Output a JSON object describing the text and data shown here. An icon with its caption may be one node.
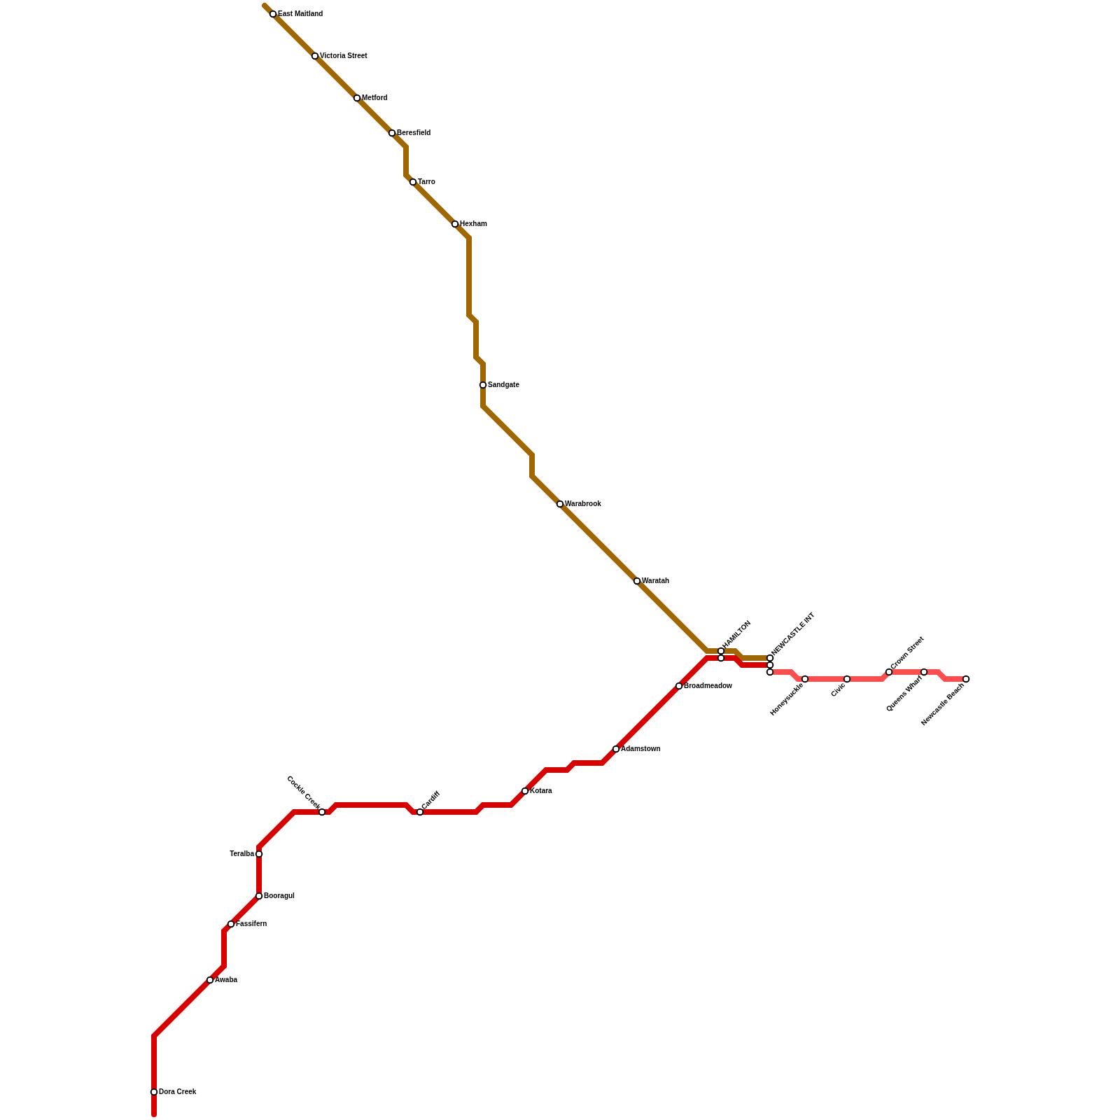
{
  "diagram": {
    "nodes": [
      {
        "text": [],
        "shape": "circle",
        "beside": [
          "East Maitland"
        ]
      },
      {
        "text": [],
        "shape": "circle",
        "beside": [
          "Victoria Street"
        ]
      },
      {
        "text": [],
        "shape": "circle",
        "beside": [
          "Metford"
        ]
      },
      {
        "text": [],
        "shape": "circle",
        "beside": [
          "Beresfield"
        ]
      },
      {
        "text": [],
        "shape": "circle",
        "beside": [
          "Tarro"
        ]
      },
      {
        "text": [],
        "shape": "circle",
        "beside": [
          "Hexham"
        ]
      },
      {
        "text": [],
        "shape": "circle",
        "beside": [
          "Sandgate"
        ]
      },
      {
        "text": [],
        "shape": "circle",
        "beside": [
          "Warabrook"
        ]
      },
      {
        "text": [],
        "shape": "circle",
        "beside": [
          "Waratah"
        ]
      },
      {
        "text": [],
        "shape": "circle",
        "beside": [
          "HAMILTON"
        ]
      },
      {
        "text": [],
        "shape": "circle",
        "beside": [
          "NEWCASTLE INT"
        ]
      },
      {
        "text": [],
        "shape": "circle",
        "beside": [
          "Dora Creek"
        ]
      },
      {
        "text": [],
        "shape": "circle",
        "beside": [
          "Awaba"
        ]
      },
      {
        "text": [],
        "shape": "circle",
        "beside": [
          "Fassifern"
        ]
      },
      {
        "text": [],
        "shape": "circle",
        "beside": [
          "Booragul"
        ]
      },
      {
        "text": [],
        "shape": "circle",
        "beside": [
          "Teralba"
        ]
      },
      {
        "text": [],
        "shape": "circle",
        "beside": [
          "Cockle Creek"
        ]
      },
      {
        "text": [],
        "shape": "circle",
        "beside": [
          "Cardiff"
        ]
      },
      {
        "text": [],
        "shape": "circle",
        "beside": [
          "Kotara"
        ]
      },
      {
        "text": [],
        "shape": "circle",
        "beside": [
          "Adamstown"
        ]
      },
      {
        "text": [],
        "shape": "circle",
        "beside": [
          "Broadmeadow"
        ]
      },
      {
        "text": [],
        "shape": "circle",
        "beside": [
          "Honeysuckle"
        ]
      },
      {
        "text": [],
        "shape": "circle",
        "beside": [
          "Civic"
        ]
      },
      {
        "text": [],
        "shape": "circle",
        "beside": [
          "Crown Street"
        ]
      },
      {
        "text": [],
        "shape": "circle",
        "beside": [
          "Queens Wharf"
        ]
      },
      {
        "text": [],
        "shape": "circle",
        "beside": [
          "Newcastle Beach"
        ]
      }
    ],
    "edges": [
      {
        "from": null,
        "to": 0,
        "arrow": "none",
        "color": "#a06700"
      },
      {
        "from": 0,
        "to": 1,
        "arrow": "none",
        "color": "#a06700"
      },
      {
        "from": 1,
        "to": 2,
        "arrow": "none",
        "color": "#a06700"
      },
      {
        "from": 2,
        "to": 3,
        "arrow": "none",
        "color": "#a06700"
      },
      {
        "from": 3,
        "to": 4,
        "arrow": "none",
        "color": "#a06700"
      },
      {
        "from": 4,
        "to": 5,
        "arrow": "none",
        "color": "#a06700"
      },
      {
        "from": 5,
        "to": 6,
        "arrow": "none",
        "color": "#a06700"
      },
      {
        "from": 6,
        "to": 7,
        "arrow": "none",
        "color": "#a06700"
      },
      {
        "from": 7,
        "to": 8,
        "arrow": "none",
        "color": "#a06700"
      },
      {
        "from": 8,
        "to": 9,
        "arrow": "none",
        "color": "#a06700"
      },
      {
        "from": 9,
        "to": 10,
        "arrow": "none",
        "color": "#a06700"
      },
      {
        "from": null,
        "to": 11,
        "arrow": "none"
      },
      {
        "from": 11,
        "to": 12,
        "arrow": "none"
      },
      {
        "from": 12,
        "to": 13,
        "arrow": "none"
      },
      {
        "from": 13,
        "to": 14,
        "arrow": "none"
      },
      {
        "from": 14,
        "to": 15,
        "arrow": "none"
      },
      {
        "from": 15,
        "to": 16,
        "arrow": "none"
      },
      {
        "from": 16,
        "to": 17,
        "arrow": "none"
      },
      {
        "from": 17,
        "to": 18,
        "arrow": "none"
      },
      {
        "from": 18,
        "to": 19,
        "arrow": "none"
      },
      {
        "from": 19,
        "to": 20,
        "arrow": "none"
      },
      {
        "from": 20,
        "to": 9,
        "arrow": "none"
      },
      {
        "from": 9,
        "to": 10,
        "arrow": "none"
      },
      {
        "from": 10,
        "to": 21,
        "arrow": "none",
        "color": "#ff4d4d"
      },
      {
        "from": 21,
        "to": 22,
        "arrow": "none",
        "color": "#ff4d4d"
      },
      {
        "from": 22,
        "to": 23,
        "arrow": "none",
        "color": "#ff4d4d"
      },
      {
        "from": 23,
        "to": 24,
        "arrow": "none",
        "color": "#ff4d4d"
      },
      {
        "from": 24,
        "to": 25,
        "arrow": "none",
        "color": "#ff4d4d"
      }
    ]
  }
}
